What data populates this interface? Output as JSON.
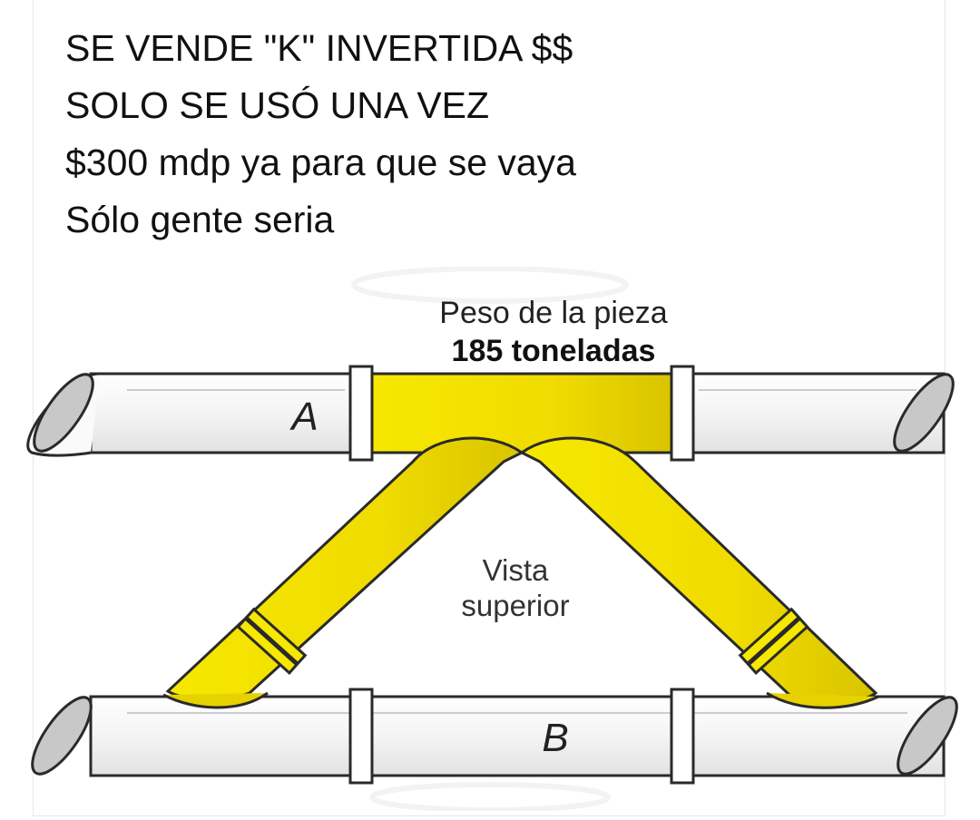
{
  "post": {
    "lines": [
      "SE VENDE \"K\" INVERTIDA $$",
      "SOLO SE USÓ UNA VEZ",
      "$300 mdp ya para que se vaya",
      "Sólo gente seria"
    ]
  },
  "diagram": {
    "weight_label": "Peso de la pieza",
    "weight_value": "185 toneladas",
    "pipe_a_label": "A",
    "pipe_b_label": "B",
    "view_label_line1": "Vista",
    "view_label_line2": "superior",
    "colors": {
      "piece_yellow": "#f2e200",
      "piece_shadow": "#cbb800",
      "pipe_fill": "#f7f7f7",
      "pipe_stroke": "#2a2a2a",
      "pipe_end": "#c8c8c8"
    }
  }
}
